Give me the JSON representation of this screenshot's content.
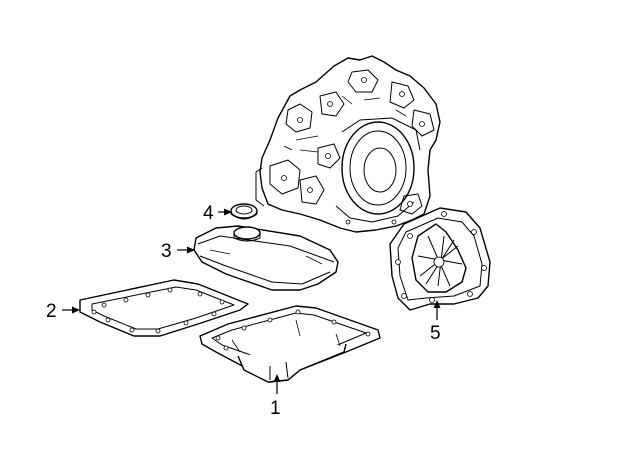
{
  "diagram": {
    "callouts": [
      {
        "number": "1",
        "part": "transmission-pan"
      },
      {
        "number": "2",
        "part": "pan-gasket"
      },
      {
        "number": "3",
        "part": "transmission-filter"
      },
      {
        "number": "4",
        "part": "filter-seal"
      },
      {
        "number": "5",
        "part": "side-cover"
      }
    ]
  }
}
